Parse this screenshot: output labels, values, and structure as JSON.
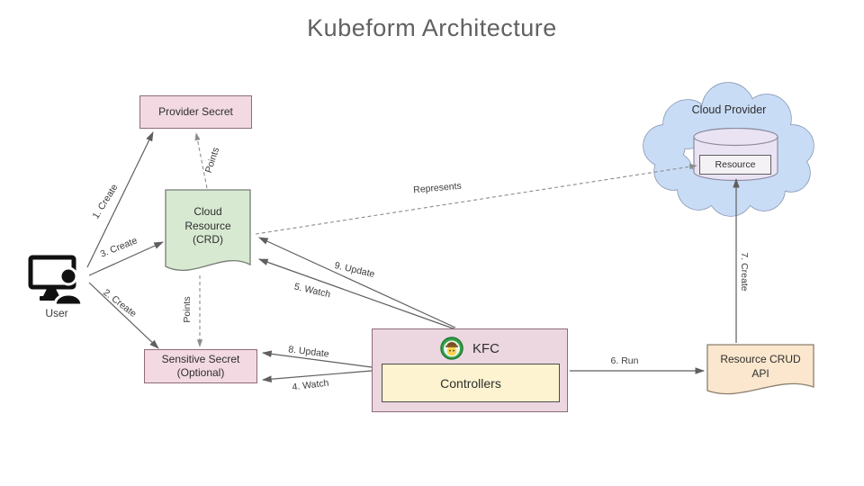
{
  "title": "Kubeform Architecture",
  "nodes": {
    "provider_secret": {
      "label": "Provider Secret"
    },
    "cloud_resource_crd": {
      "label": "Cloud Resource (CRD)"
    },
    "user": {
      "label": "User"
    },
    "sensitive_secret": {
      "label": "Sensitive Secret (Optional)"
    },
    "kfc": {
      "label": "KFC",
      "icon": "kubeform-mascot-icon"
    },
    "controllers": {
      "label": "Controllers"
    },
    "resource_crud_api": {
      "label": "Resource CRUD API"
    },
    "cloud_provider": {
      "label": "Cloud Provider"
    },
    "resource": {
      "label": "Resource"
    }
  },
  "edges": {
    "create_provider_secret": {
      "label": "1. Create",
      "from": "User",
      "to": "Provider Secret",
      "style": "solid"
    },
    "create_sensitive_secret": {
      "label": "2. Create",
      "from": "User",
      "to": "Sensitive Secret (Optional)",
      "style": "solid"
    },
    "create_crd": {
      "label": "3. Create",
      "from": "User",
      "to": "Cloud Resource (CRD)",
      "style": "solid"
    },
    "watch_secret": {
      "label": "4. Watch",
      "from": "KFC",
      "to": "Sensitive Secret (Optional)",
      "style": "solid"
    },
    "watch_crd": {
      "label": "5. Watch",
      "from": "KFC",
      "to": "Cloud Resource (CRD)",
      "style": "solid"
    },
    "run": {
      "label": "6. Run",
      "from": "KFC",
      "to": "Resource CRUD API",
      "style": "solid"
    },
    "create_resource": {
      "label": "7. Create",
      "from": "Resource CRUD API",
      "to": "Resource",
      "style": "solid"
    },
    "update_secret": {
      "label": "8. Update",
      "from": "KFC",
      "to": "Sensitive Secret (Optional)",
      "style": "solid"
    },
    "update_crd": {
      "label": "9. Update",
      "from": "KFC",
      "to": "Cloud Resource (CRD)",
      "style": "solid"
    },
    "points_provider": {
      "label": "Points",
      "from": "Cloud Resource (CRD)",
      "to": "Provider Secret",
      "style": "dashed"
    },
    "points_sensitive": {
      "label": "Points",
      "from": "Cloud Resource (CRD)",
      "to": "Sensitive Secret (Optional)",
      "style": "dashed"
    },
    "represents": {
      "label": "Represents",
      "from": "Cloud Resource (CRD)",
      "to": "Resource",
      "style": "dashed"
    }
  },
  "colors": {
    "title_text": "#616161",
    "secret_fill": "#f2d9e2",
    "secret_border": "#8f6b7a",
    "crd_fill": "#d8e9d2",
    "crd_border": "#767d74",
    "kfc_fill": "#ecd7e1",
    "controllers_fill": "#fdf3d0",
    "crud_api_fill": "#fbe7cd",
    "cloud_fill": "#c9dcf6",
    "cloud_border": "#7f90ad",
    "cylinder_fill": "#eae3f4",
    "resource_fill": "#f4f2f5",
    "arrow_solid": "#5f5f5f",
    "arrow_dashed": "#8c8c8c"
  }
}
